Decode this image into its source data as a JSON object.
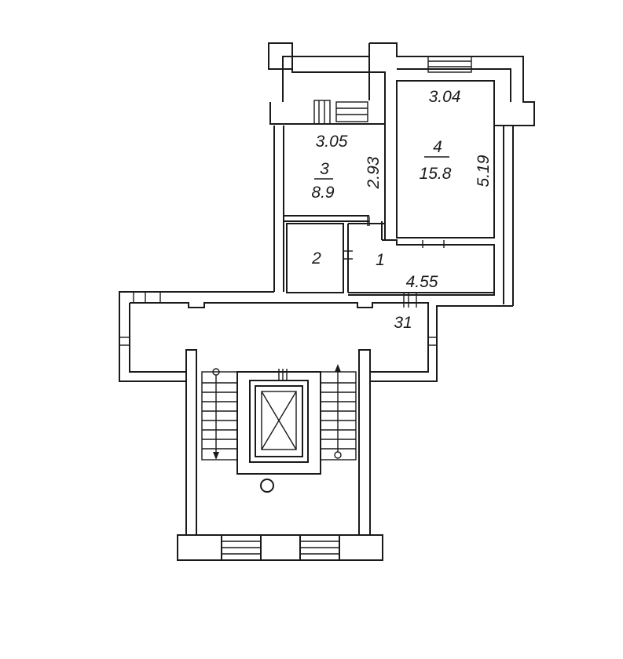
{
  "rooms": [
    {
      "number": "1",
      "area": ""
    },
    {
      "number": "2",
      "area": ""
    },
    {
      "number": "3",
      "area": "8.9"
    },
    {
      "number": "4",
      "area": "15.8"
    },
    {
      "number": "31",
      "area": ""
    }
  ],
  "dimensions": {
    "room3_width": "3.05",
    "room3_depth": "2.93",
    "room4_width": "3.04",
    "room4_depth": "5.19",
    "room1_length": "4.55"
  },
  "icons": [
    "elevator-shaft-icon",
    "stair-up-arrow-icon",
    "stair-down-arrow-icon",
    "column-icon",
    "window-icon",
    "door-icon"
  ]
}
